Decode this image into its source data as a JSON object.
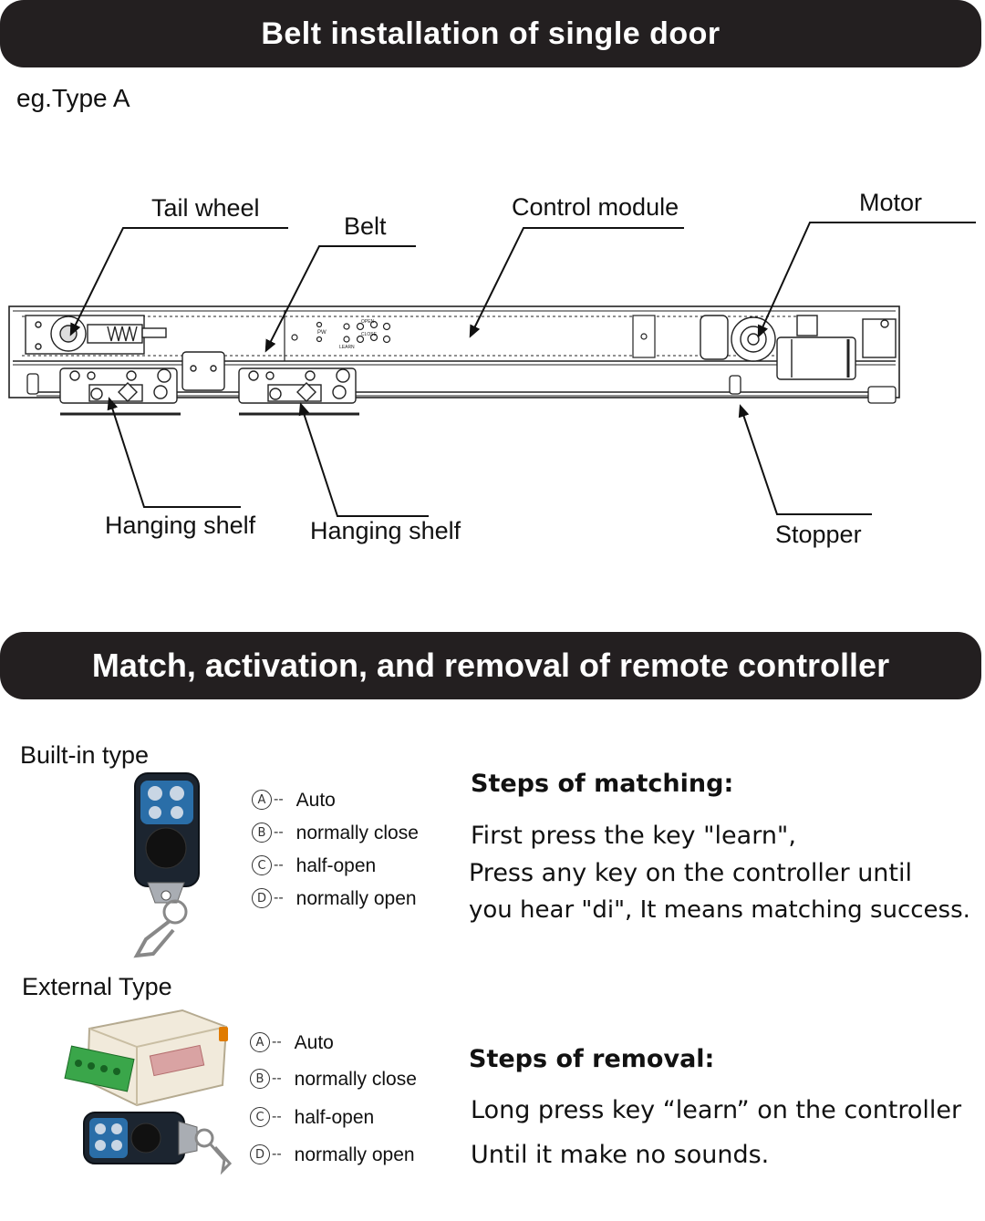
{
  "section1": {
    "title": "Belt installation of single door",
    "subtitle": "eg.Type A",
    "labels": {
      "tail_wheel": "Tail wheel",
      "belt": "Belt",
      "control_module": "Control module",
      "motor": "Motor",
      "hanging_shelf_1": "Hanging shelf",
      "hanging_shelf_2": "Hanging shelf",
      "stopper": "Stopper"
    },
    "module_text": {
      "pw": "PW",
      "open": "OPEN",
      "close": "CLOSE",
      "learn": "LEARN"
    }
  },
  "section2": {
    "title": "Match, activation, and removal of remote controller",
    "builtin": {
      "title": "Built-in type",
      "options": [
        {
          "key": "A",
          "label": "Auto"
        },
        {
          "key": "B",
          "label": "normally close"
        },
        {
          "key": "C",
          "label": "half-open"
        },
        {
          "key": "D",
          "label": "normally open"
        }
      ]
    },
    "external": {
      "title": "External Type",
      "options": [
        {
          "key": "A",
          "label": "Auto"
        },
        {
          "key": "B",
          "label": "normally close"
        },
        {
          "key": "C",
          "label": "half-open"
        },
        {
          "key": "D",
          "label": "normally open"
        }
      ]
    },
    "matching": {
      "heading": "Steps of matching:",
      "lines": [
        "First press the key \"learn\",",
        "Press any key on the controller until",
        "you hear \"di\", It means matching success."
      ]
    },
    "removal": {
      "heading": "Steps of removal:",
      "lines": [
        "Long press key  “learn” on the controller",
        "Until it make no sounds."
      ]
    }
  }
}
